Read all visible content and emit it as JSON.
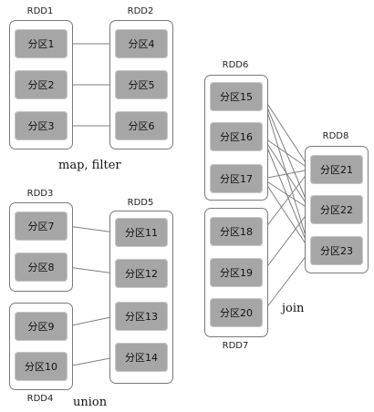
{
  "rdds": {
    "rdd1": "RDD1",
    "rdd2": "RDD2",
    "rdd3": "RDD3",
    "rdd4": "RDD4",
    "rdd5": "RDD5",
    "rdd6": "RDD6",
    "rdd7": "RDD7",
    "rdd8": "RDD8"
  },
  "partitions": {
    "p1": "分区1",
    "p2": "分区2",
    "p3": "分区3",
    "p4": "分区4",
    "p5": "分区5",
    "p6": "分区6",
    "p7": "分区7",
    "p8": "分区8",
    "p9": "分区9",
    "p10": "分区10",
    "p11": "分区11",
    "p12": "分区12",
    "p13": "分区13",
    "p14": "分区14",
    "p15": "分区15",
    "p16": "分区16",
    "p17": "分区17",
    "p18": "分区18",
    "p19": "分区19",
    "p20": "分区20",
    "p21": "分区21",
    "p22": "分区22",
    "p23": "分区23"
  },
  "captions": {
    "map_filter": "map, filter",
    "union": "union",
    "join": "join"
  },
  "colors": {
    "partition_fill": "#a6a6a6",
    "border": "#7a7a7a",
    "edge": "#7f7f7f"
  },
  "edges": [
    [
      "p1",
      "p4"
    ],
    [
      "p2",
      "p5"
    ],
    [
      "p3",
      "p6"
    ],
    [
      "p7",
      "p11"
    ],
    [
      "p8",
      "p12"
    ],
    [
      "p9",
      "p13"
    ],
    [
      "p10",
      "p14"
    ],
    [
      "p15",
      "p21"
    ],
    [
      "p15",
      "p22"
    ],
    [
      "p15",
      "p23"
    ],
    [
      "p16",
      "p21"
    ],
    [
      "p16",
      "p22"
    ],
    [
      "p16",
      "p23"
    ],
    [
      "p17",
      "p21"
    ],
    [
      "p17",
      "p22"
    ],
    [
      "p17",
      "p23"
    ],
    [
      "p18",
      "p21"
    ],
    [
      "p19",
      "p22"
    ],
    [
      "p20",
      "p23"
    ]
  ]
}
